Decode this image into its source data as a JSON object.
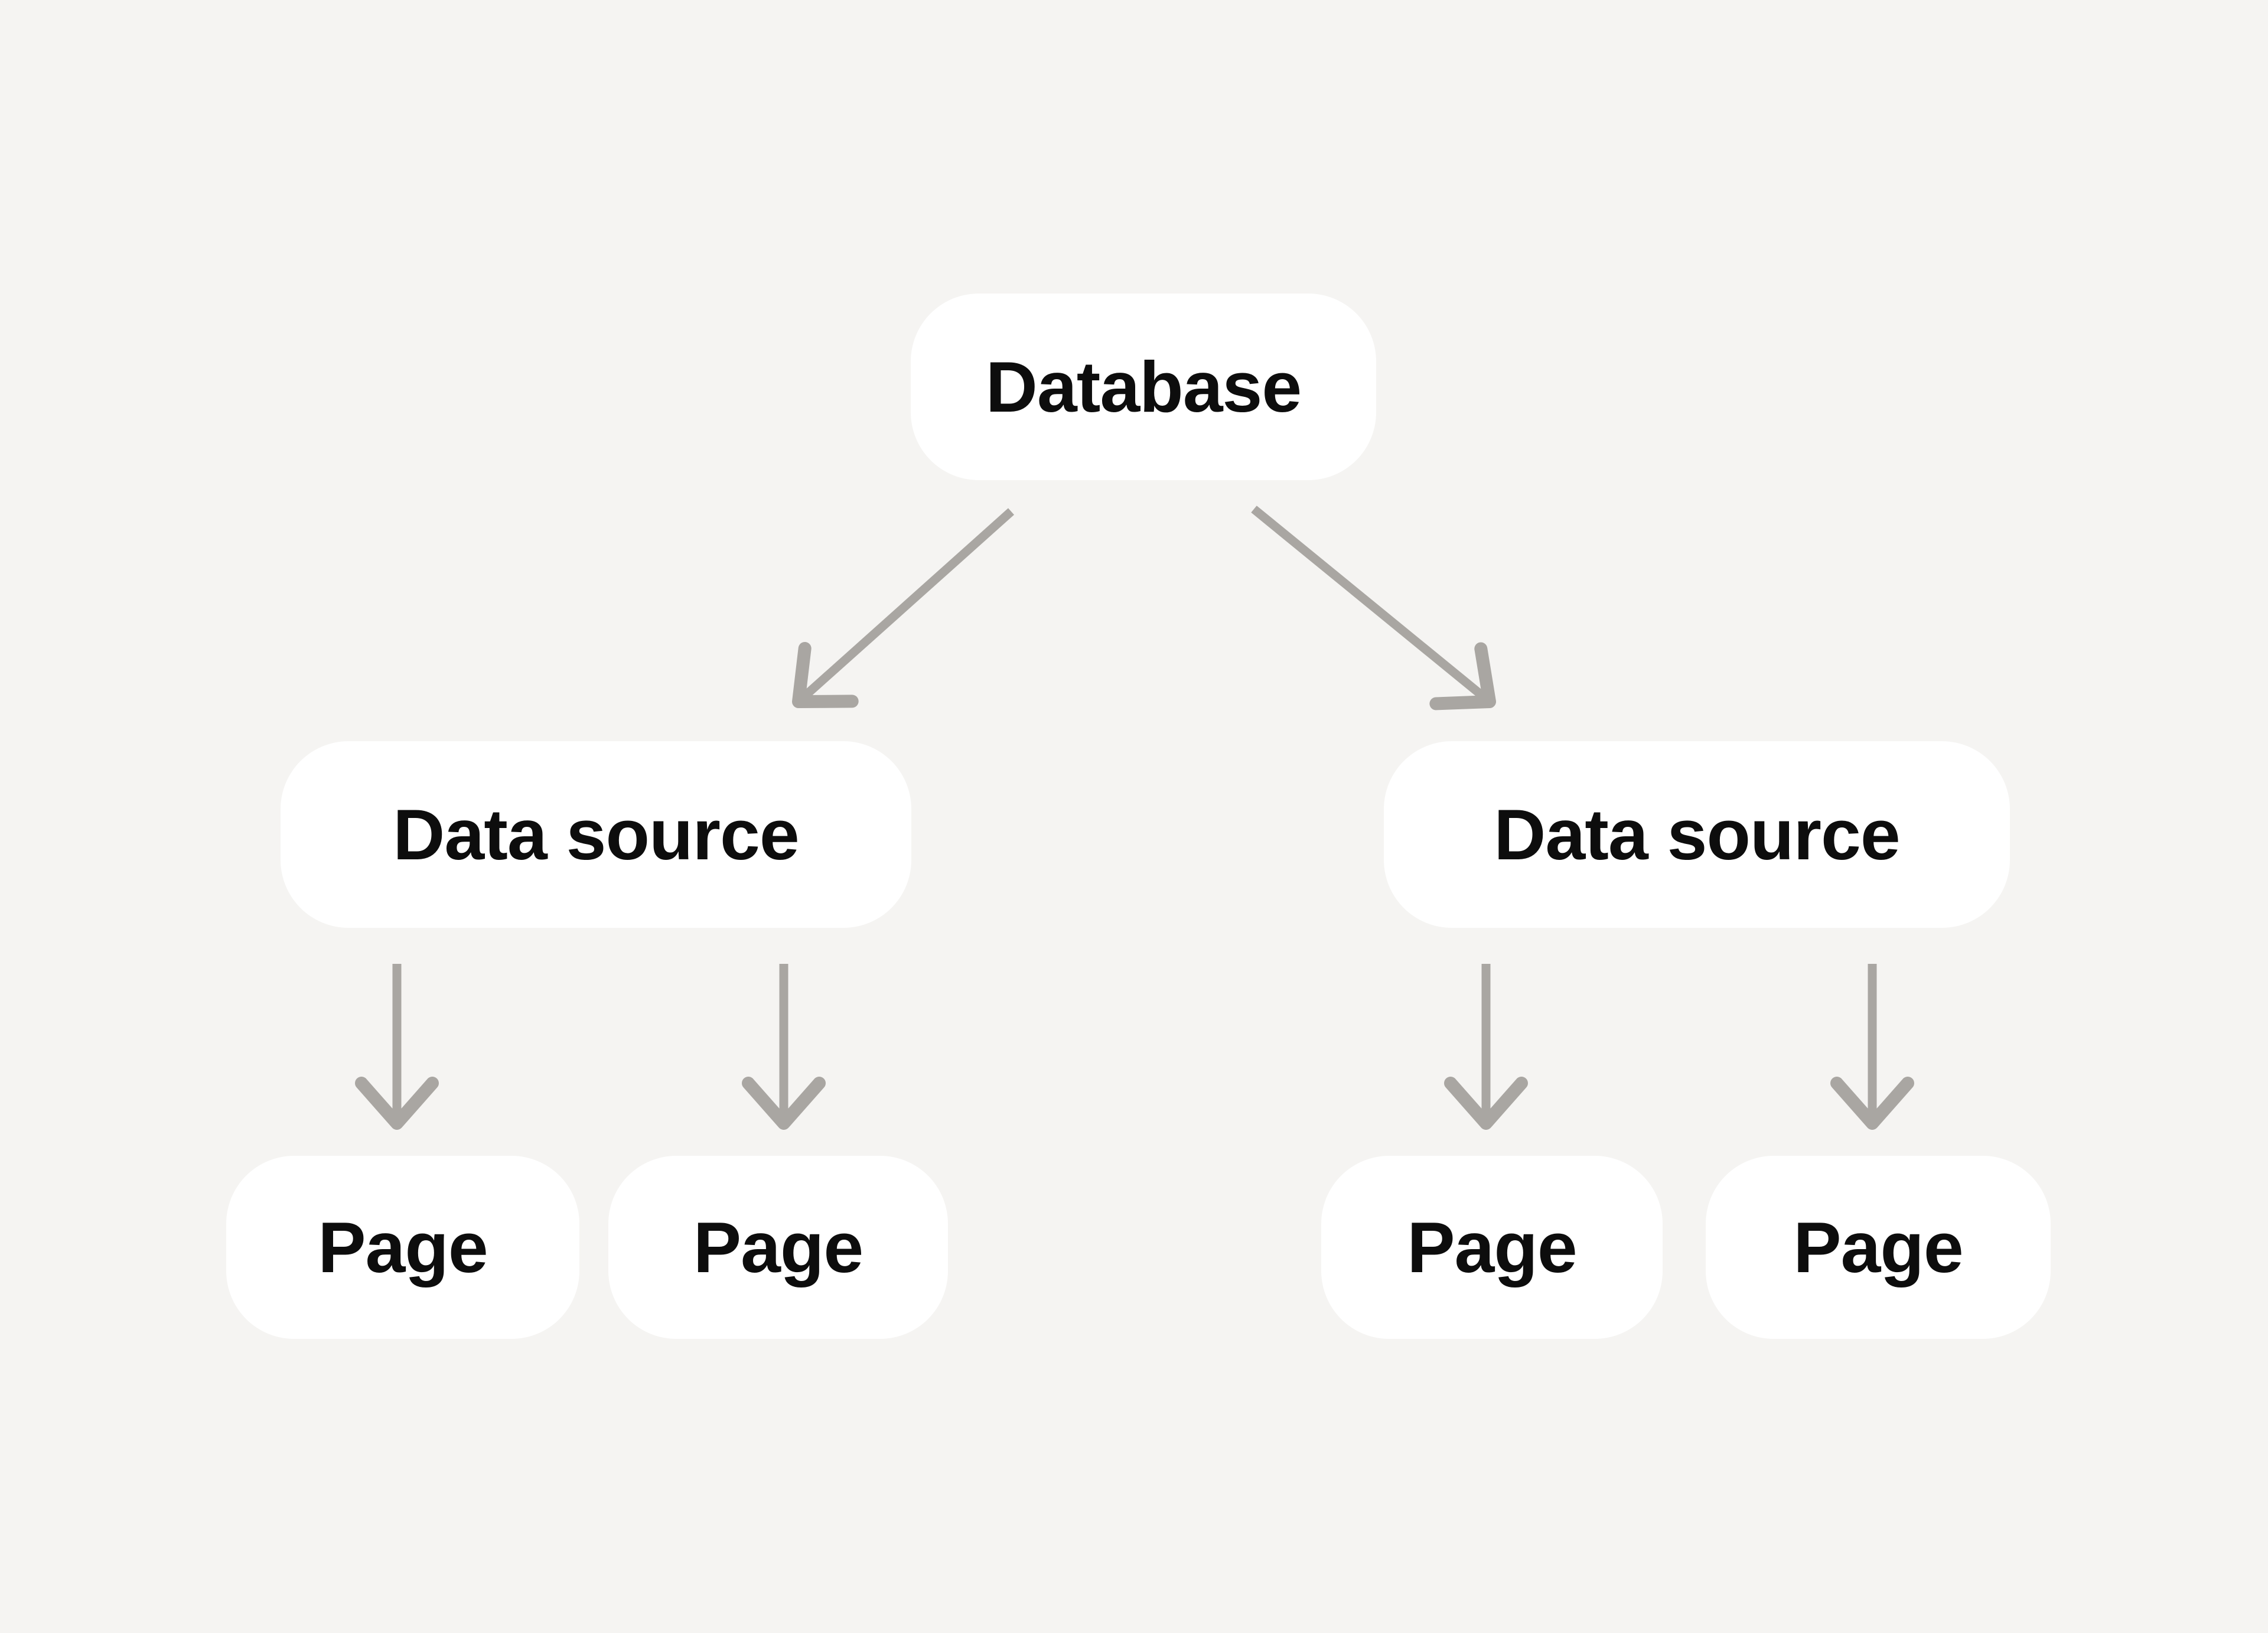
{
  "diagram": {
    "type": "tree",
    "nodes": [
      {
        "id": "database",
        "label": "Database",
        "level": 0
      },
      {
        "id": "data-source-1",
        "label": "Data source",
        "level": 1
      },
      {
        "id": "data-source-2",
        "label": "Data source",
        "level": 1
      },
      {
        "id": "page-1",
        "label": "Page",
        "level": 2
      },
      {
        "id": "page-2",
        "label": "Page",
        "level": 2
      },
      {
        "id": "page-3",
        "label": "Page",
        "level": 2
      },
      {
        "id": "page-4",
        "label": "Page",
        "level": 2
      }
    ],
    "edges": [
      {
        "from": "database",
        "to": "data-source-1"
      },
      {
        "from": "database",
        "to": "data-source-2"
      },
      {
        "from": "data-source-1",
        "to": "page-1"
      },
      {
        "from": "data-source-1",
        "to": "page-2"
      },
      {
        "from": "data-source-2",
        "to": "page-3"
      },
      {
        "from": "data-source-2",
        "to": "page-4"
      }
    ],
    "colors": {
      "background": "#F5F4F2",
      "node_fill": "#FFFFFF",
      "node_text": "#0D0D0D",
      "arrow": "#A9A6A2"
    }
  }
}
